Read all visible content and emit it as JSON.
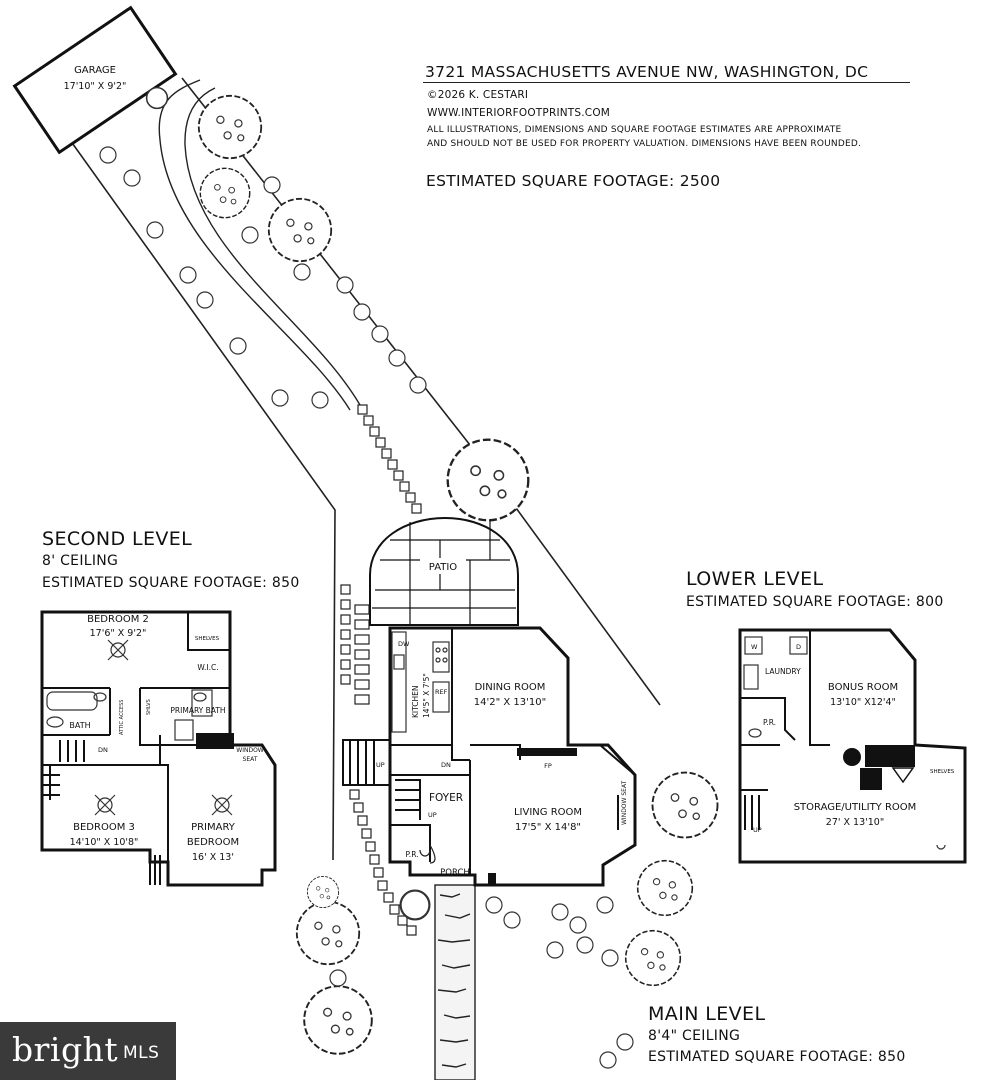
{
  "header": {
    "address": "3721 MASSACHUSETTS AVENUE NW, WASHINGTON, DC",
    "copyright": "©2026 K. CESTARI",
    "website": "WWW.INTERIORFOOTPRINTS.COM",
    "disclaimer_line1": "ALL ILLUSTRATIONS, DIMENSIONS AND SQUARE FOOTAGE ESTIMATES ARE APPROXIMATE",
    "disclaimer_line2": "AND  SHOULD NOT BE USED FOR PROPERTY VALUATION. DIMENSIONS HAVE BEEN ROUNDED.",
    "total_sqft": "ESTIMATED SQUARE FOOTAGE: 2500"
  },
  "levels": {
    "second": {
      "title": "SECOND LEVEL",
      "ceiling": "8' CEILING",
      "sqft": "ESTIMATED SQUARE FOOTAGE: 850"
    },
    "lower": {
      "title": "LOWER LEVEL",
      "sqft": "ESTIMATED SQUARE FOOTAGE: 800"
    },
    "main": {
      "title": "MAIN LEVEL",
      "ceiling": "8'4\" CEILING",
      "sqft": "ESTIMATED SQUARE FOOTAGE: 850"
    }
  },
  "site": {
    "garage_name": "GARAGE",
    "garage_dim": "17'10\" X 9'2\"",
    "patio": "PATIO"
  },
  "main_rooms": {
    "dw": "DW",
    "kitchen": "KITCHEN",
    "kitchen_dim": "14'5\" X 7'5\"",
    "ref": "REF",
    "dining_name": "DINING ROOM",
    "dining_dim": "14'2\" X 13'10\"",
    "foyer": "FOYER",
    "living_name": "LIVING ROOM",
    "living_dim": "17'5\" X 14'8\"",
    "fp": "FP",
    "window_seat": "WINDOW SEAT",
    "pr": "P.R.",
    "porch": "PORCH",
    "up": "UP",
    "dn": "DN"
  },
  "second_rooms": {
    "bed2_name": "BEDROOM 2",
    "bed2_dim": "17'6\" X 9'2\"",
    "shelves": "SHELVES",
    "wic": "W.I.C.",
    "bath": "BATH",
    "attic": "ATTIC ACCESS",
    "shlvs": "SHLVS",
    "primary_bath": "PRIMARY BATH",
    "window": "WINDOW",
    "seat": "SEAT",
    "dn": "DN",
    "bed3_name": "BEDROOM 3",
    "bed3_dim": "14'10\" X 10'8\"",
    "primary_name": "PRIMARY",
    "primary_name2": "BEDROOM",
    "primary_dim": "16' X 13'"
  },
  "lower_rooms": {
    "w": "W",
    "d": "D",
    "laundry": "LAUNDRY",
    "bonus_name": "BONUS ROOM",
    "bonus_dim": "13'10\" X12'4\"",
    "pr": "P.R.",
    "shelves": "SHELVES",
    "storage_name": "STORAGE/UTILITY ROOM",
    "storage_dim": "27' X 13'10\"",
    "up": "UP"
  },
  "watermark": {
    "brand": "bright",
    "suffix": "MLS"
  }
}
